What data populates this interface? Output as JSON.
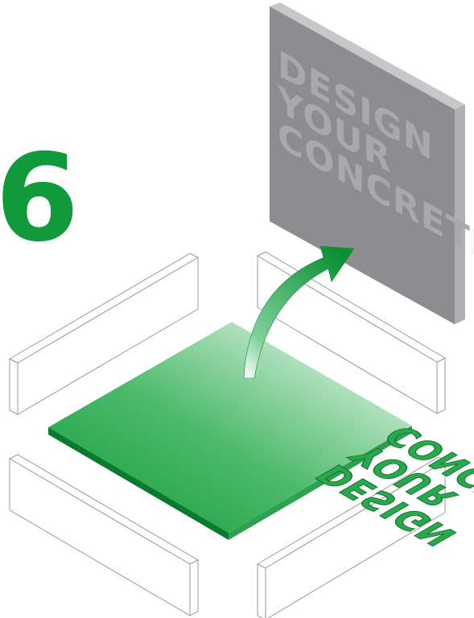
{
  "step": {
    "number": "6"
  },
  "panel": {
    "lines": [
      "DESIGN",
      "YOUR",
      "CONCRETE"
    ]
  },
  "mold": {
    "lines": [
      "DESIGN",
      "YOUR",
      "CONCRETE"
    ]
  },
  "colors": {
    "accent": "#119a3b",
    "panel_face": "#8d8d8f",
    "panel_text": "#a7a7a9",
    "panel_side": "#b5b5b8",
    "form_stroke": "#9a9a9a"
  },
  "icons": {
    "arrow": "curved-arrow-icon"
  }
}
